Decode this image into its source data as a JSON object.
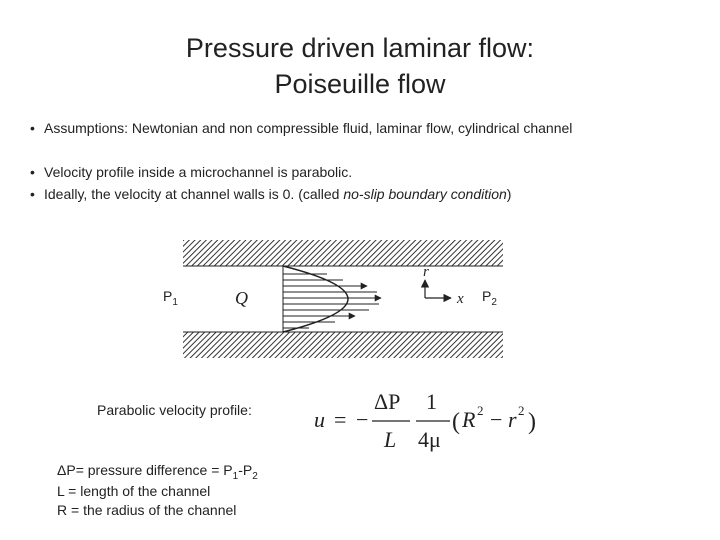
{
  "title": {
    "line1": "Pressure driven laminar flow:",
    "line2": "Poiseuille flow"
  },
  "bullets": {
    "b1": "Assumptions: Newtonian and non compressible fluid, laminar flow, cylindrical channel",
    "b2": "Velocity profile inside a microchannel is parabolic.",
    "b3_prefix": "Ideally, the velocity at channel walls is 0. (called ",
    "b3_em": "no-slip boundary condition",
    "b3_suffix": ")",
    "marker": "•"
  },
  "diagram": {
    "flow_label": "Q",
    "r_label": "r",
    "x_label": "x"
  },
  "pressures": {
    "p1_main": "P",
    "p1_sub": "1",
    "p2_main": "P",
    "p2_sub": "2"
  },
  "profile_label": "Parabolic velocity profile:",
  "formula": {
    "lhs": "u",
    "eq": "=",
    "minus": "−",
    "num1": "ΔP",
    "den1": "L",
    "num2": "1",
    "den2": "4μ",
    "open": "(",
    "R": "R",
    "R_exp": "2",
    "minus2": "−",
    "r": "r",
    "r_exp": "2",
    "close": ")"
  },
  "definitions": {
    "dp_prefix": "ΔP= pressure difference = P",
    "dp_sub1": "1",
    "dp_mid": "-P",
    "dp_sub2": "2",
    "l_def": "L = length of the channel",
    "r_def": "R = the radius of the channel"
  }
}
